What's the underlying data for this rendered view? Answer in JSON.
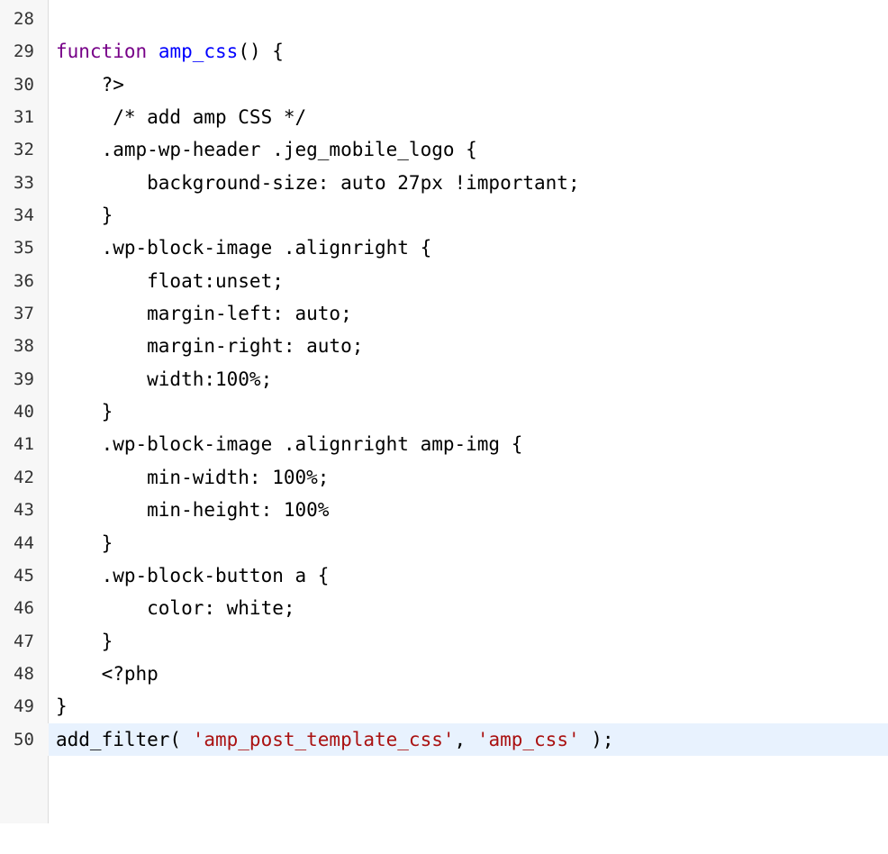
{
  "editor": {
    "colors": {
      "keyword": "#770088",
      "function": "#0000ff",
      "string": "#aa1111",
      "active_line": "#e8f2fe",
      "gutter": "#f7f7f7"
    },
    "lines": [
      {
        "n": "28",
        "text": ""
      },
      {
        "n": "29",
        "kw": "function",
        "fname": "amp_css",
        "rest": "() {"
      },
      {
        "n": "30",
        "text": "    ?>"
      },
      {
        "n": "31",
        "text": "     /* add amp CSS */"
      },
      {
        "n": "32",
        "text": "    .amp-wp-header .jeg_mobile_logo {"
      },
      {
        "n": "33",
        "text": "        background-size: auto 27px !important;"
      },
      {
        "n": "34",
        "text": "    }"
      },
      {
        "n": "35",
        "text": "    .wp-block-image .alignright {"
      },
      {
        "n": "36",
        "text": "        float:unset;"
      },
      {
        "n": "37",
        "text": "        margin-left: auto;"
      },
      {
        "n": "38",
        "text": "        margin-right: auto;"
      },
      {
        "n": "39",
        "text": "        width:100%;"
      },
      {
        "n": "40",
        "text": "    }"
      },
      {
        "n": "41",
        "text": "    .wp-block-image .alignright amp-img {"
      },
      {
        "n": "42",
        "text": "        min-width: 100%;"
      },
      {
        "n": "43",
        "text": "        min-height: 100%"
      },
      {
        "n": "44",
        "text": "    }"
      },
      {
        "n": "45",
        "text": "    .wp-block-button a {"
      },
      {
        "n": "46",
        "text": "        color: white;"
      },
      {
        "n": "47",
        "text": "    }"
      },
      {
        "n": "48",
        "text": "    <?php"
      },
      {
        "n": "49",
        "text": "}"
      },
      {
        "n": "50",
        "pre": "add_filter( ",
        "s1": "'amp_post_template_css'",
        "mid": ", ",
        "s2": "'amp_css'",
        "post": " );"
      }
    ]
  }
}
